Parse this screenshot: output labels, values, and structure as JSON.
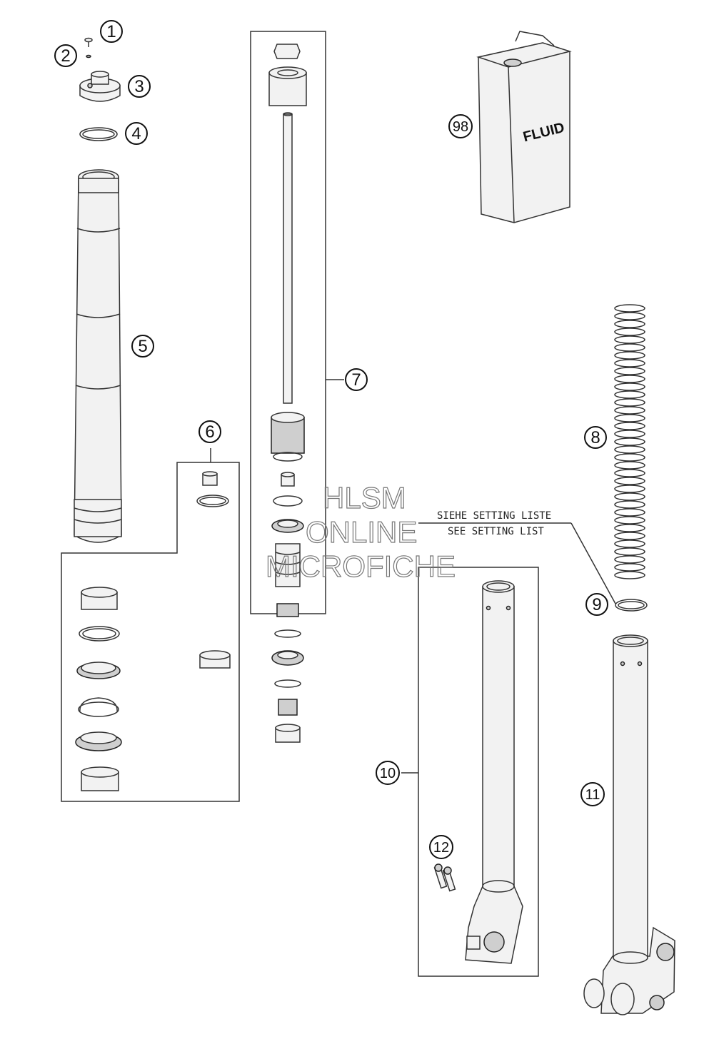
{
  "callouts": {
    "c1": "1",
    "c2": "2",
    "c3": "3",
    "c4": "4",
    "c5": "5",
    "c6": "6",
    "c7": "7",
    "c8": "8",
    "c9": "9",
    "c10": "10",
    "c11": "11",
    "c12": "12",
    "c98": "98"
  },
  "note": {
    "line1": "SIEHE SETTING LISTE",
    "line2": "SEE SETTING LIST"
  },
  "fluid_label": "FLUID",
  "watermark": {
    "line1": "HLSM",
    "line2": "ONLINE",
    "line3": "MICROFICHE"
  }
}
